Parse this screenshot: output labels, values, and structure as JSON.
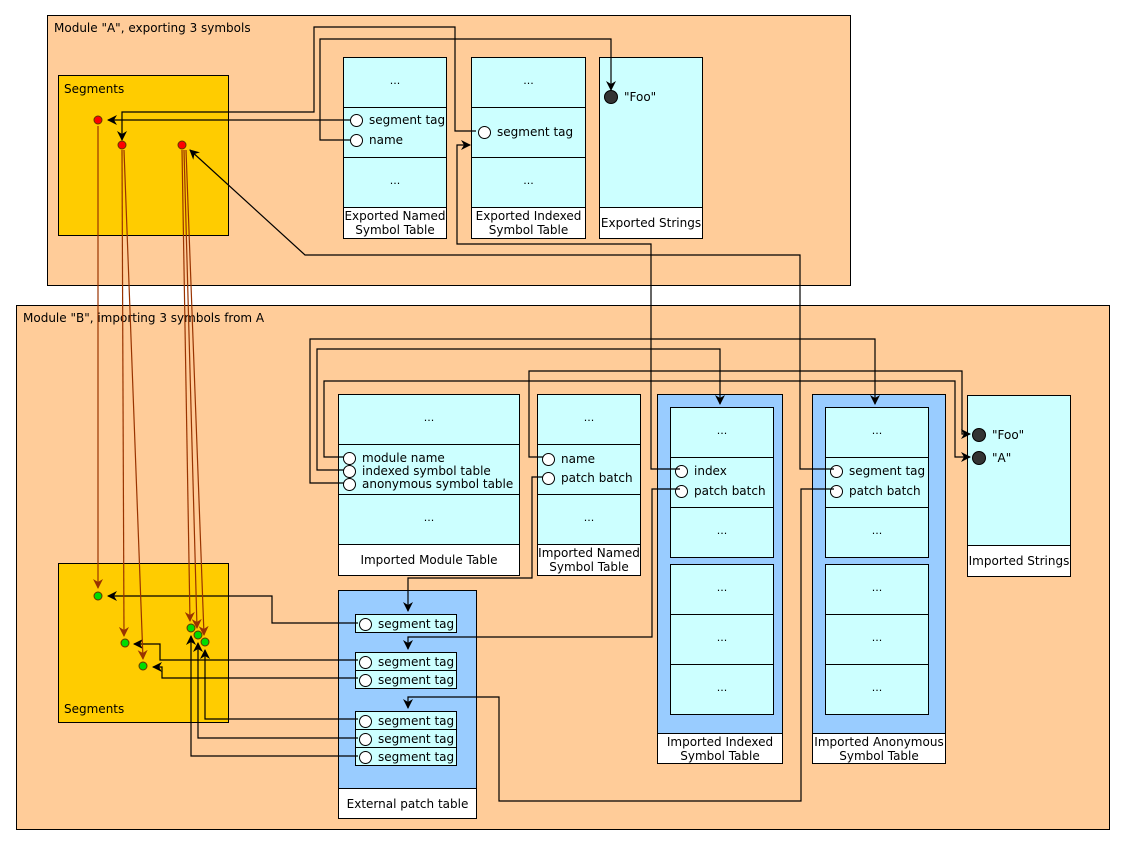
{
  "module_a": {
    "title": "Module \"A\", exporting 3 symbols",
    "segments_label": "Segments",
    "exported_named_symbol_table": {
      "caption": "Exported Named Symbol Table",
      "rows": [
        "...",
        "...",
        "..."
      ],
      "fields": [
        "segment tag",
        "name"
      ]
    },
    "exported_indexed_symbol_table": {
      "caption": "Exported Indexed Symbol Table",
      "rows": [
        "...",
        "...",
        "..."
      ],
      "fields": [
        "segment tag"
      ]
    },
    "exported_strings": {
      "caption": "Exported Strings",
      "strings": [
        "\"Foo\""
      ]
    }
  },
  "module_b": {
    "title": "Module \"B\", importing 3 symbols from A",
    "segments_label": "Segments",
    "imported_module_table": {
      "caption": "Imported Module Table",
      "rows": [
        "...",
        "...",
        "..."
      ],
      "fields": [
        "module name",
        "indexed symbol table",
        "anonymous symbol table"
      ]
    },
    "imported_named_symbol_table": {
      "caption": "Imported Named Symbol Table",
      "rows": [
        "...",
        "...",
        "..."
      ],
      "fields": [
        "name",
        "patch batch"
      ]
    },
    "imported_indexed_symbol_table": {
      "caption": "Imported Indexed Symbol Table",
      "rows": [
        "...",
        "...",
        "...",
        "...",
        "...",
        "..."
      ],
      "fields": [
        "index",
        "patch batch"
      ]
    },
    "imported_anonymous_symbol_table": {
      "caption": "Imported Anonymous Symbol Table",
      "rows": [
        "...",
        "...",
        "...",
        "...",
        "...",
        "..."
      ],
      "fields": [
        "segment tag",
        "patch batch"
      ]
    },
    "imported_strings": {
      "caption": "Imported Strings",
      "strings": [
        "\"Foo\"",
        "\"A\""
      ]
    },
    "external_patch_table": {
      "caption": "External patch table",
      "entries": [
        "segment tag",
        "segment tag",
        "segment tag",
        "segment tag",
        "segment tag",
        "segment tag"
      ]
    }
  },
  "colors": {
    "module_bg": "#ffcc99",
    "segments_bg": "#ffcc00",
    "table_cell_bg": "#ccffff",
    "table_outer_blue": "#99ccff",
    "relocation_line": "#993300",
    "exported_point": "#ff0000",
    "imported_point": "#00dd00"
  }
}
